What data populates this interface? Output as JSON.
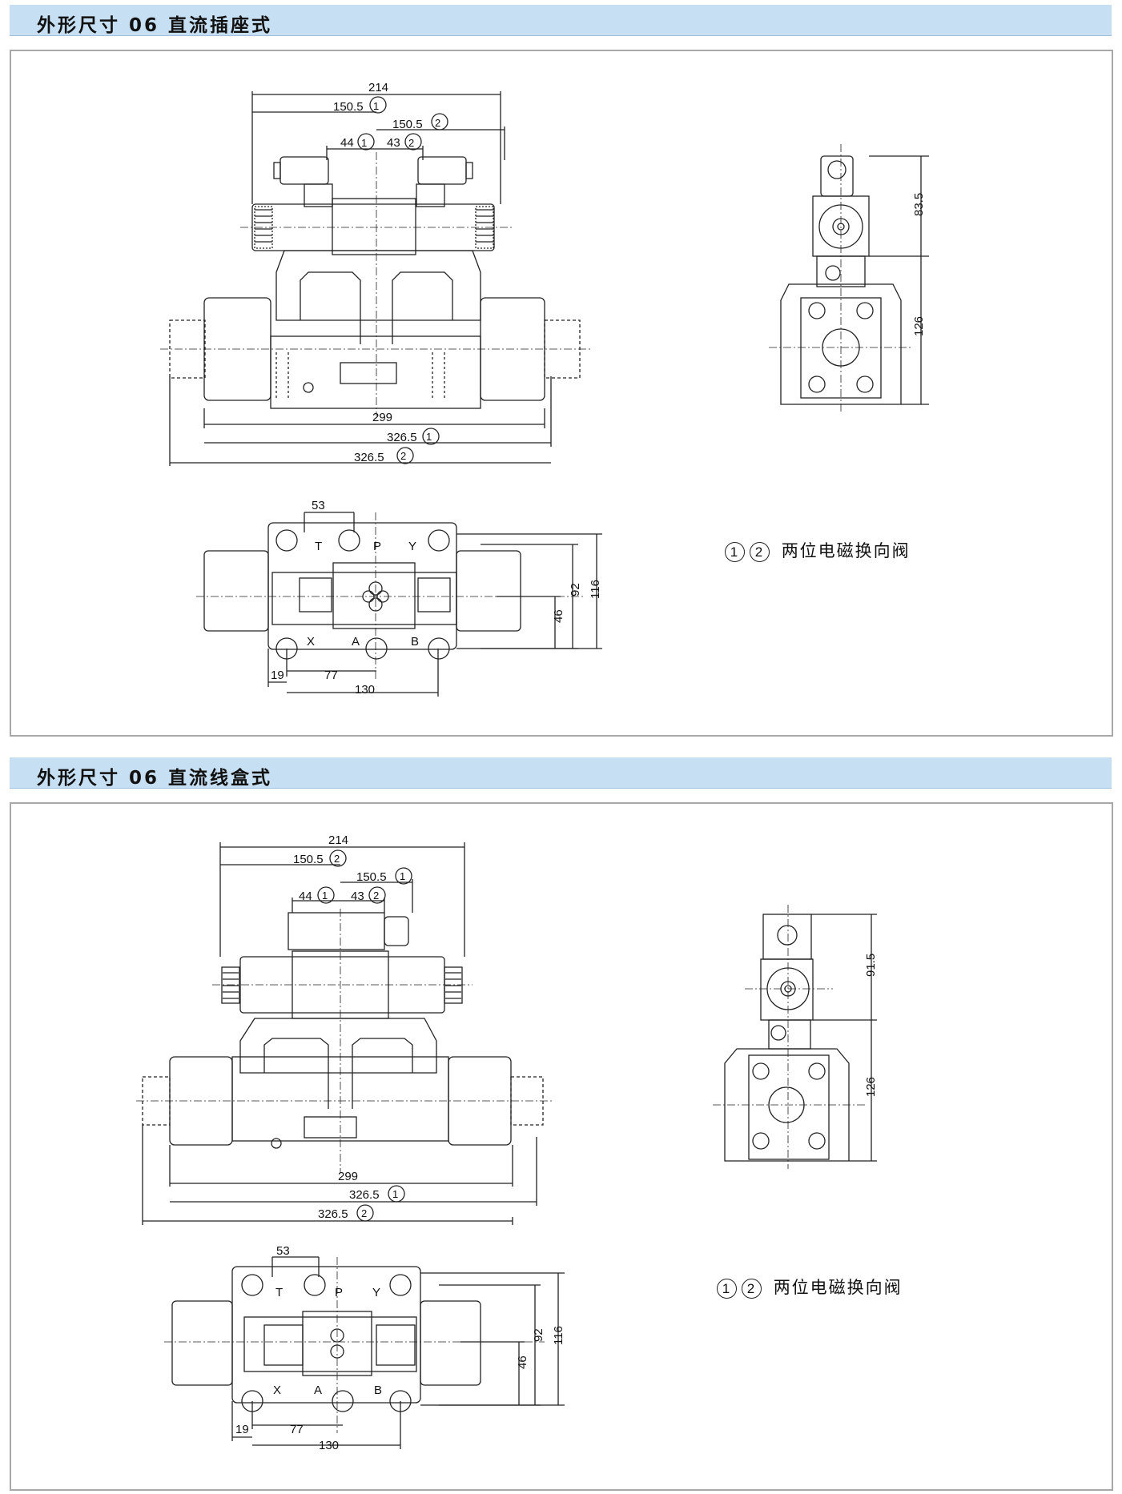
{
  "sections": [
    {
      "title": "外形尺寸  06 直流插座式",
      "legend": {
        "circle1": "1",
        "circle2": "2",
        "text": "两位电磁换向阀"
      },
      "front": {
        "d214": "214",
        "d150_2": "150.5",
        "d150_1": "150.5",
        "d44": "44",
        "d43": "43",
        "d299": "299",
        "d326_1": "326.5",
        "d326_2": "326.5"
      },
      "side": {
        "top_h": "83.5",
        "body_h": "126"
      },
      "plan": {
        "d53": "53",
        "d92": "92",
        "d116": "116",
        "d46": "46",
        "d19": "19",
        "d77": "77",
        "d130": "130"
      }
    },
    {
      "title": "外形尺寸  06 直流线盒式",
      "legend": {
        "circle1": "1",
        "circle2": "2",
        "text": "两位电磁换向阀"
      },
      "front": {
        "d214": "214",
        "d150_2": "150.5",
        "d150_1": "150.5",
        "d44": "44",
        "d43": "43",
        "d299": "299",
        "d326_1": "326.5",
        "d326_2": "326.5"
      },
      "side": {
        "top_h": "91.5",
        "body_h": "126"
      },
      "plan": {
        "d53": "53",
        "d92": "92",
        "d116": "116",
        "d46": "46",
        "d19": "19",
        "d77": "77",
        "d130": "130"
      }
    }
  ],
  "markers": {
    "one": "1",
    "two": "2"
  },
  "ports": {
    "T": "T",
    "P": "P",
    "Y": "Y",
    "X": "X",
    "A": "A",
    "B": "B"
  }
}
